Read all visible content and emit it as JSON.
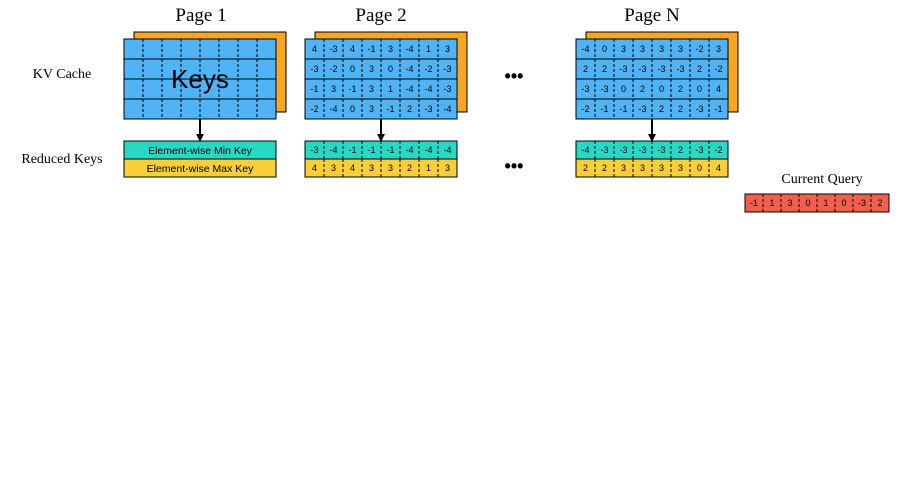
{
  "labels": {
    "kv_cache": "KV Cache",
    "reduced_keys": "Reduced Keys",
    "current_query": "Current Query",
    "ellipsis": "•••"
  },
  "colors": {
    "keys": "#4fb3f6",
    "back_page": "#f5a623",
    "min_key": "#27d8c4",
    "max_key": "#f8cf3a",
    "query": "#f2604d"
  },
  "pages": [
    {
      "title": "Page 1",
      "keys_label": "Keys",
      "min_label": "Element-wise Min Key",
      "max_label": "Element-wise Max Key"
    },
    {
      "title": "Page 2",
      "keys": [
        [
          "4",
          "-3",
          "4",
          "-1",
          "3",
          "-4",
          "1",
          "3"
        ],
        [
          "-3",
          "-2",
          "0",
          "3",
          "0",
          "-4",
          "-2",
          "-3"
        ],
        [
          "-1",
          "3",
          "-1",
          "3",
          "1",
          "-4",
          "-4",
          "-3"
        ],
        [
          "-2",
          "-4",
          "0",
          "3",
          "-1",
          "2",
          "-3",
          "-4"
        ]
      ],
      "min": [
        "-3",
        "-4",
        "-1",
        "-1",
        "-1",
        "-4",
        "-4",
        "-4"
      ],
      "max": [
        "4",
        "3",
        "4",
        "3",
        "3",
        "2",
        "1",
        "3"
      ]
    },
    {
      "title": "Page N",
      "keys": [
        [
          "-4",
          "0",
          "3",
          "3",
          "3",
          "3",
          "-2",
          "3"
        ],
        [
          "2",
          "2",
          "-3",
          "-3",
          "-3",
          "-3",
          "2",
          "-2"
        ],
        [
          "-3",
          "-3",
          "0",
          "2",
          "0",
          "2",
          "0",
          "4"
        ],
        [
          "-2",
          "-1",
          "-1",
          "-3",
          "2",
          "2",
          "-3",
          "-1"
        ]
      ],
      "min": [
        "-4",
        "-3",
        "-3",
        "-3",
        "-3",
        "2",
        "-3",
        "-2"
      ],
      "max": [
        "2",
        "2",
        "3",
        "3",
        "3",
        "3",
        "0",
        "4"
      ]
    }
  ],
  "query": [
    "-1",
    "1",
    "3",
    "0",
    "1",
    "0",
    "-3",
    "2"
  ]
}
